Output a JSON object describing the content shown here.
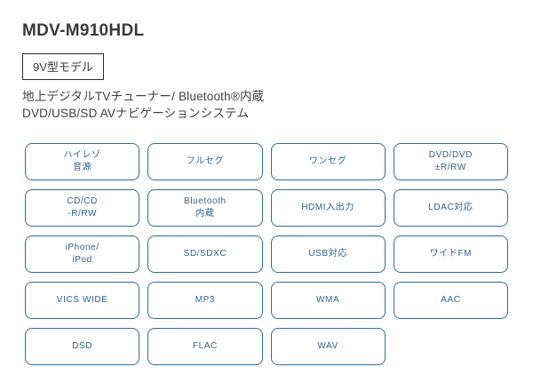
{
  "page": {
    "title": "MDV-M910HDL",
    "model_badge": "9V型モデル",
    "description_line1": "地上デジタルTVチューナー/ Bluetooth®内蔵",
    "description_line2": "DVD/USB/SD AVナビゲーションシステム"
  },
  "colors": {
    "badge_border": "#2e6d9e",
    "badge_text": "#2e6390",
    "title_text": "#3a3a3a",
    "model_badge_border": "#2b2b2b"
  },
  "features": [
    {
      "lines": [
        "ハイレゾ",
        "音源"
      ]
    },
    {
      "lines": [
        "フルセグ"
      ]
    },
    {
      "lines": [
        "ワンセグ"
      ]
    },
    {
      "lines": [
        "DVD/DVD",
        "±R/RW"
      ]
    },
    {
      "lines": [
        "CD/CD",
        "-R/RW"
      ]
    },
    {
      "lines": [
        "Bluetooth",
        "内蔵"
      ]
    },
    {
      "lines": [
        "HDMI入出力"
      ]
    },
    {
      "lines": [
        "LDAC対応"
      ]
    },
    {
      "lines": [
        "iPhone/",
        "iPod"
      ]
    },
    {
      "lines": [
        "SD/SDXC"
      ]
    },
    {
      "lines": [
        "USB対応"
      ]
    },
    {
      "lines": [
        "ワイドFM"
      ]
    },
    {
      "lines": [
        "VICS WIDE"
      ]
    },
    {
      "lines": [
        "MP3"
      ]
    },
    {
      "lines": [
        "WMA"
      ]
    },
    {
      "lines": [
        "AAC"
      ]
    },
    {
      "lines": [
        "DSD"
      ]
    },
    {
      "lines": [
        "FLAC"
      ]
    },
    {
      "lines": [
        "WAV"
      ]
    }
  ]
}
